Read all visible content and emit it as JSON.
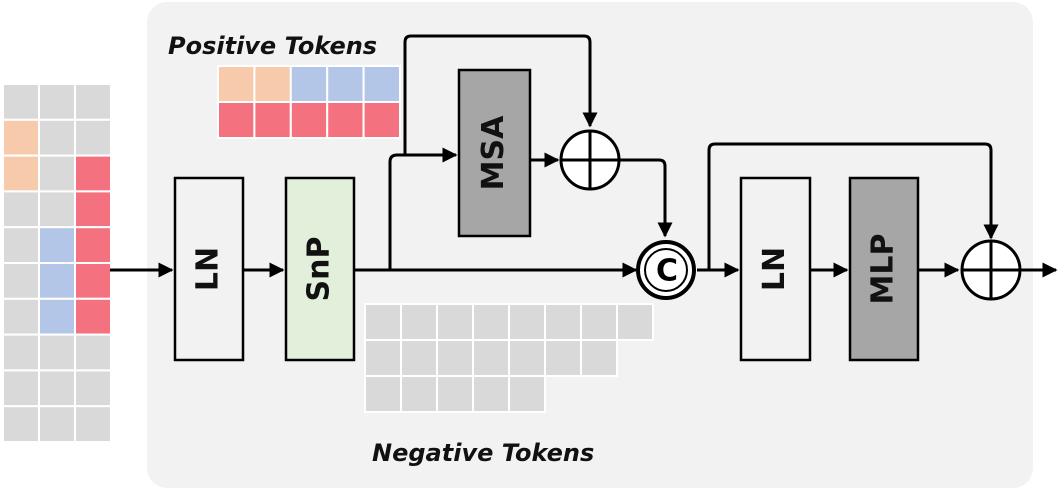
{
  "captions": {
    "positive_tokens": "Positive Tokens",
    "negative_tokens": "Negative Tokens"
  },
  "blocks": {
    "ln_1": "LN",
    "snp": "SnP",
    "msa": "MSA",
    "ln_2": "LN",
    "mlp": "MLP"
  },
  "operators": {
    "add": "⊕",
    "concat": "C"
  },
  "colors": {
    "token_gray": "#d9d9d9",
    "token_orange": "#f7caac",
    "token_blue": "#b4c6e7",
    "token_red": "#f4717f",
    "panel": "#f2f2f2",
    "ln_fill": "#f2f2f2",
    "snp_fill": "#e2efda",
    "msa_mlp_fill": "#a6a6a6"
  },
  "token_grids": {
    "input": [
      [
        "gray",
        "gray",
        "gray"
      ],
      [
        "orange",
        "gray",
        "gray"
      ],
      [
        "orange",
        "gray",
        "red"
      ],
      [
        "gray",
        "gray",
        "red"
      ],
      [
        "gray",
        "blue",
        "red"
      ],
      [
        "gray",
        "blue",
        "red"
      ],
      [
        "gray",
        "blue",
        "red"
      ],
      [
        "gray",
        "gray",
        "gray"
      ],
      [
        "gray",
        "gray",
        "gray"
      ],
      [
        "gray",
        "gray",
        "gray"
      ]
    ],
    "positive": [
      [
        "orange",
        "orange",
        "blue",
        "blue",
        "blue"
      ],
      [
        "red",
        "red",
        "red",
        "red",
        "red"
      ]
    ],
    "negative": [
      [
        "gray",
        "gray",
        "gray",
        "gray",
        "gray",
        "gray",
        "gray",
        "gray"
      ],
      [
        "gray",
        "gray",
        "gray",
        "gray",
        "gray",
        "gray",
        "gray"
      ],
      [
        "gray",
        "gray",
        "gray",
        "gray",
        "gray"
      ]
    ]
  }
}
